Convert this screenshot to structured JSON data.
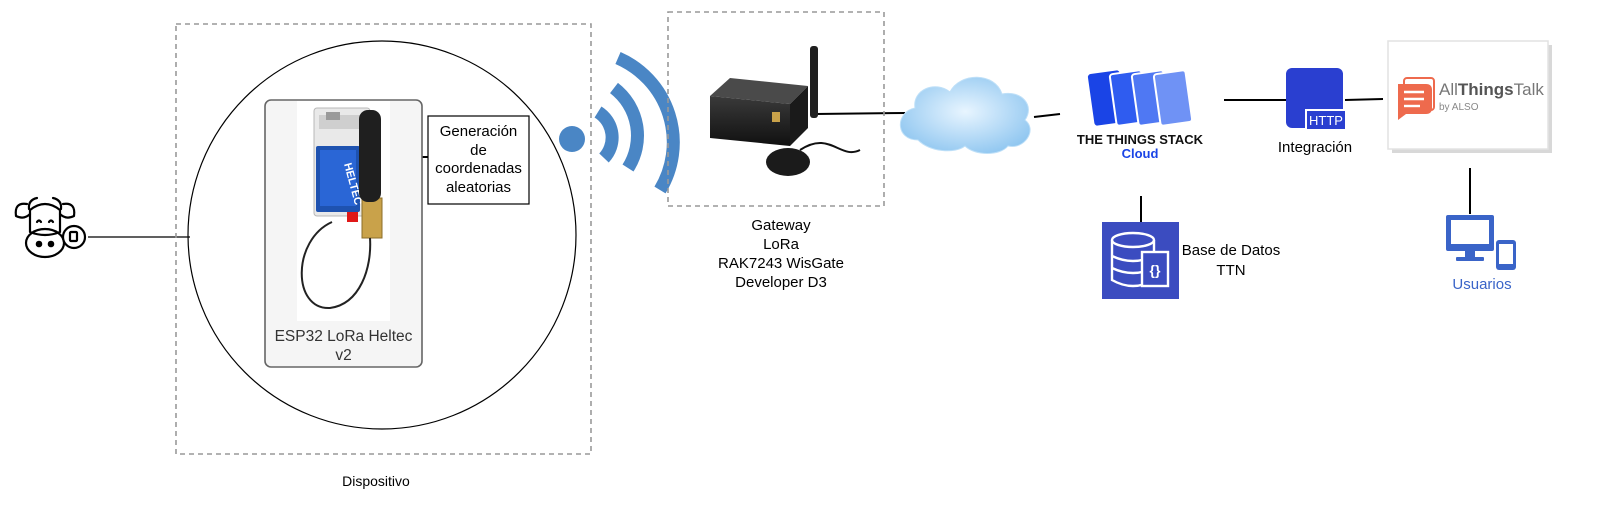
{
  "device": {
    "group_label": "Dispositivo",
    "board_label_line1": "ESP32 LoRa Heltec",
    "board_label_line2": "v2",
    "board_brand": "HELTEC",
    "note_lines": [
      "Generación",
      "de",
      "coordenadas",
      "aleatorias"
    ]
  },
  "gateway": {
    "label_lines": [
      "Gateway",
      "LoRa",
      "RAK7243 WisGate",
      "Developer D3"
    ]
  },
  "ttn": {
    "name": "THE THINGS STACK",
    "sub": "Cloud"
  },
  "database": {
    "label_lines": [
      "Base de Datos",
      "TTN"
    ]
  },
  "integration": {
    "badge": "HTTP",
    "label": "Integración"
  },
  "allthingstalk": {
    "name_prefix": "All",
    "name_bold": "Things",
    "name_suffix": "Talk",
    "by_line": "by ALSO"
  },
  "users": {
    "label": "Usuarios"
  },
  "colors": {
    "wifi": "#4a86c5",
    "ttn_blue": "#1a44e6",
    "ttn_blue_mid": "#3a6af0",
    "ttn_blue_light": "#6f92f5",
    "db_blue": "#3b4cc0",
    "http_blue": "#2a3fd0",
    "att_orange": "#ee6a4d",
    "users_blue": "#3a64c8",
    "cloud_blue": "#a9d4f5"
  }
}
